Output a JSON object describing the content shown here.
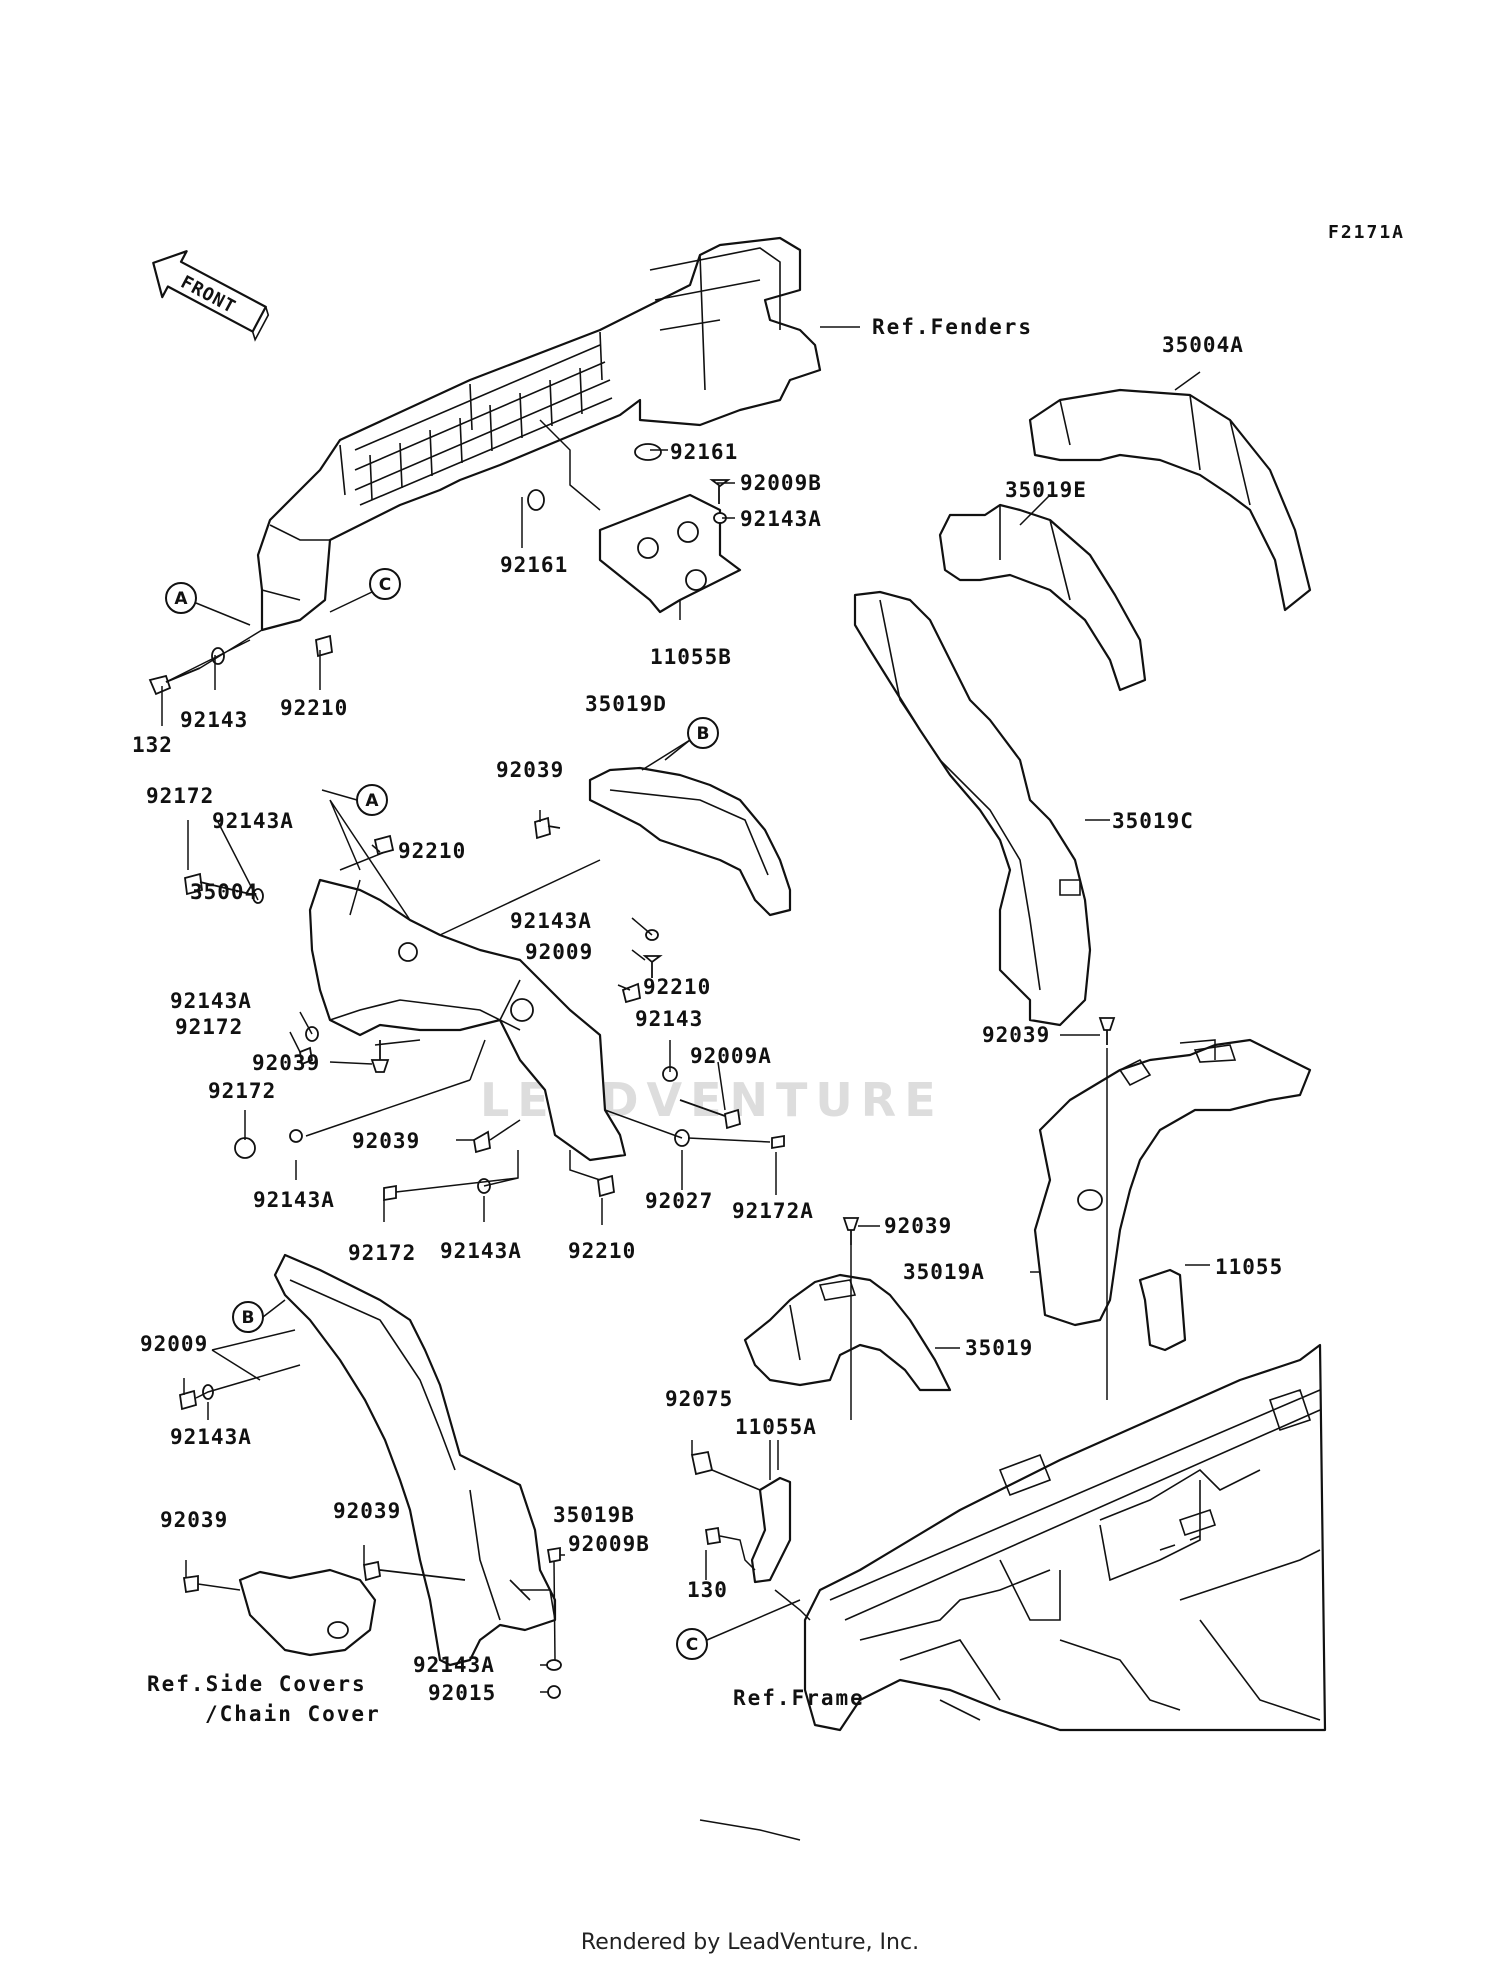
{
  "figure_id": "F2171A",
  "front_arrow_label": "FRONT",
  "watermark": "LEADVENTURE",
  "footer": "Rendered by LeadVenture, Inc.",
  "references": {
    "fenders": "Ref.Fenders",
    "side_covers_1": "Ref.Side Covers",
    "side_covers_2": "/Chain Cover",
    "frame": "Ref.Frame"
  },
  "callouts": {
    "A1": "A",
    "C1": "C",
    "B1": "B",
    "A2": "A",
    "B2": "B",
    "C2": "C"
  },
  "parts": {
    "p92161a": "92161",
    "p92161b": "92161",
    "p92009B_a": "92009B",
    "p92143A_a": "92143A",
    "p11055B": "11055B",
    "p35004A": "35004A",
    "p35019E": "35019E",
    "p35019C": "35019C",
    "p92143_a": "92143",
    "p92210_a": "92210",
    "p132": "132",
    "p35019D": "35019D",
    "p92039_a": "92039",
    "p92172_a": "92172",
    "p92143A_b": "92143A",
    "p92210_b": "92210",
    "p35004": "35004",
    "p92143A_c": "92143A",
    "p92009": "92009",
    "p92210_c": "92210",
    "p92143A_d": "92143A",
    "p92172_b": "92172",
    "p92143_b": "92143",
    "p92039_b": "92039",
    "p92009A": "92009A",
    "p92172_c": "92172",
    "p92039_c": "92039",
    "p92143A_e": "92143A",
    "p92027": "92027",
    "p92172A": "92172A",
    "p92172_d": "92172",
    "p92143A_f": "92143A",
    "p92210_d": "92210",
    "p92039_d": "92039",
    "p92039_e": "92039",
    "p35019A": "35019A",
    "p11055": "11055",
    "p35019": "35019",
    "p92009_b": "92009",
    "p92143A_g": "92143A",
    "p92075": "92075",
    "p11055A": "11055A",
    "p92039_f": "92039",
    "p92039_g": "92039",
    "p35019B": "35019B",
    "p92009B_b": "92009B",
    "p130": "130",
    "p92143A_h": "92143A",
    "p92015": "92015"
  }
}
